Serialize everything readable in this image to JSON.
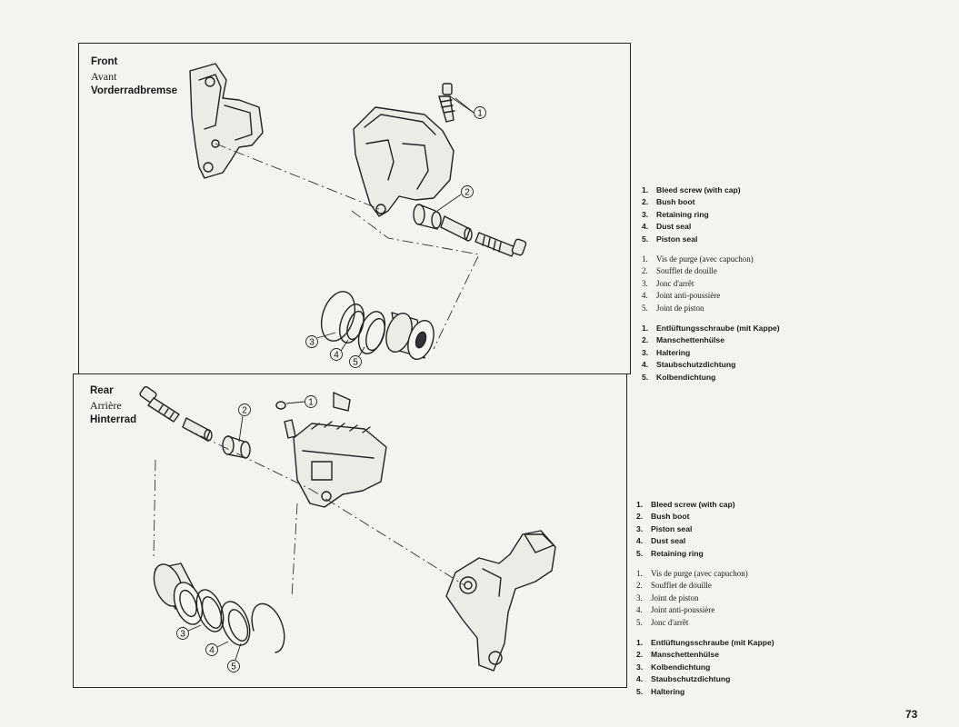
{
  "front": {
    "title": {
      "en": "Front",
      "fr": "Avant",
      "de": "Vorderradbremse"
    },
    "callouts": [
      "1",
      "2",
      "3",
      "4",
      "5"
    ],
    "legend": {
      "en": [
        "Bleed screw (with cap)",
        "Bush boot",
        "Retaining ring",
        "Dust seal",
        "Piston seal"
      ],
      "fr": [
        "Vis de purge (avec capuchon)",
        "Soufflet de douille",
        "Jonc d'arrêt",
        "Joint anti-poussière",
        "Joint de piston"
      ],
      "de": [
        "Entlüftungsschraube (mit Kappe)",
        "Manschettenhülse",
        "Haltering",
        "Staubschutzdichtung",
        "Kolbendichtung"
      ]
    }
  },
  "rear": {
    "title": {
      "en": "Rear",
      "fr": "Arrière",
      "de": "Hinterrad"
    },
    "callouts": [
      "1",
      "2",
      "3",
      "4",
      "5"
    ],
    "legend": {
      "en": [
        "Bleed screw (with cap)",
        "Bush boot",
        "Piston seal",
        "Dust seal",
        "Retaining ring"
      ],
      "fr": [
        "Vis de purge (avec capuchon)",
        "Soufflet de douille",
        "Joint de piston",
        "Joint anti-poussière",
        "Jonc d'arrêt"
      ],
      "de": [
        "Entlüftungsschraube (mit Kappe)",
        "Manschettenhülse",
        "Kolbendichtung",
        "Staubschutzdichtung",
        "Haltering"
      ]
    }
  },
  "numbers": [
    "1.",
    "2.",
    "3.",
    "4.",
    "5."
  ],
  "page_number": "73"
}
